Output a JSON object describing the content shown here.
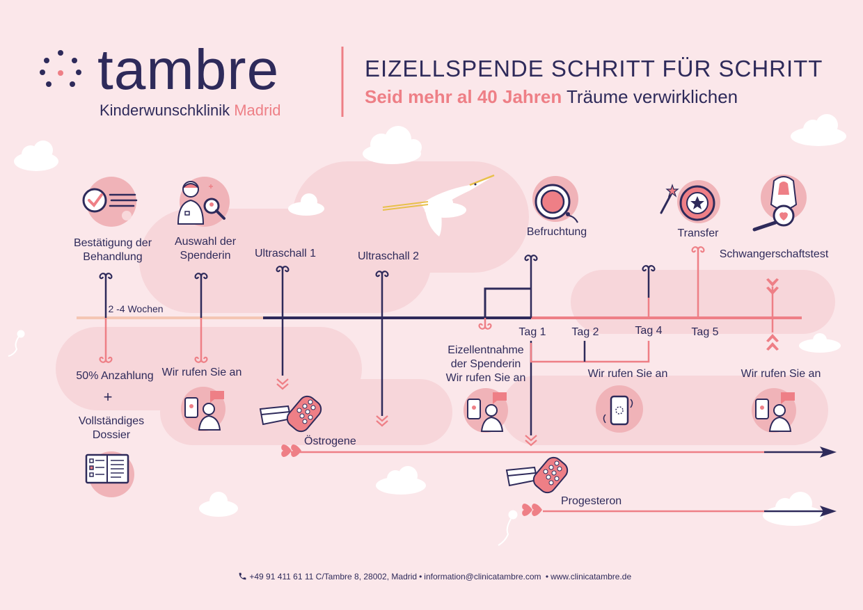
{
  "brand": {
    "logo_text": "tambre",
    "clinic_name": "Kinderwunschklinik",
    "city": "Madrid"
  },
  "header": {
    "title": "EIZELLSPENDE SCHRITT FÜR SCHRITT",
    "subtitle_accent": "Seid mehr al 40 Jahren",
    "subtitle_rest": "Träume verwirklichen"
  },
  "steps": {
    "confirmation": "Bestätigung der\nBehandlung",
    "donor_selection": "Auswahl  der\nSpenderin",
    "ultrasound_1": "Ultraschall 1",
    "ultrasound_2": "Ultraschall 2",
    "fertilization": "Befruchtung",
    "transfer": "Transfer",
    "pregnancy_test": "Schwangerschaftstest",
    "weeks": "2 -4 Wochen",
    "deposit": "50% Anzahlung",
    "plus": "+",
    "dossier": "Vollständiges\nDossier",
    "call_1": "Wir rufen Sie an",
    "egg_retrieval": "Eizellentnahme\nder Spenderin\nWir rufen Sie an",
    "call_2": "Wir rufen Sie an",
    "call_3": "Wir rufen Sie an",
    "day_1": "Tag 1",
    "day_2": "Tag 2",
    "day_4": "Tag 4",
    "day_5": "Tag 5",
    "estrogen": "Östrogene",
    "progesterone": "Progesteron"
  },
  "footer": {
    "phone": "+49 91 411 61 11",
    "address": "C/Tambre 8, 28002, Madrid",
    "email": "information@clinicatambre.com",
    "web": "www.clinicatambre.de",
    "separator": "•"
  },
  "icons": {
    "phone": "phone-icon",
    "checkmark": "check-circle-icon",
    "doctor": "doctor-search-icon",
    "stork": "stork-icon",
    "egg": "egg-cell-icon",
    "embryo": "embryo-star-icon",
    "pregnancy": "pregnancy-test-icon",
    "pills": "pill-box-icon",
    "smartphone": "smartphone-icon",
    "calling_person": "calling-person-icon",
    "dossier": "document-icon"
  },
  "colors": {
    "navy": "#2e2a5a",
    "pink": "#ee7f86",
    "light_pink": "#f6c9cd",
    "peach": "#f4c6b4",
    "background": "#fbe7ea"
  }
}
